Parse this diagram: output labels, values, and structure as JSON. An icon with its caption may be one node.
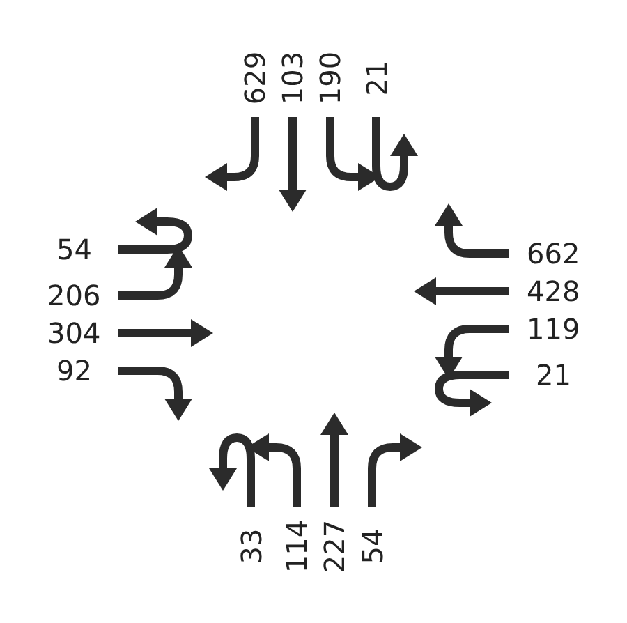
{
  "diagram": {
    "labels": [
      "629",
      "103",
      "190",
      "21",
      "54",
      "206",
      "304",
      "92",
      "662",
      "428",
      "119",
      "21",
      "33",
      "114",
      "227",
      "54"
    ]
  }
}
